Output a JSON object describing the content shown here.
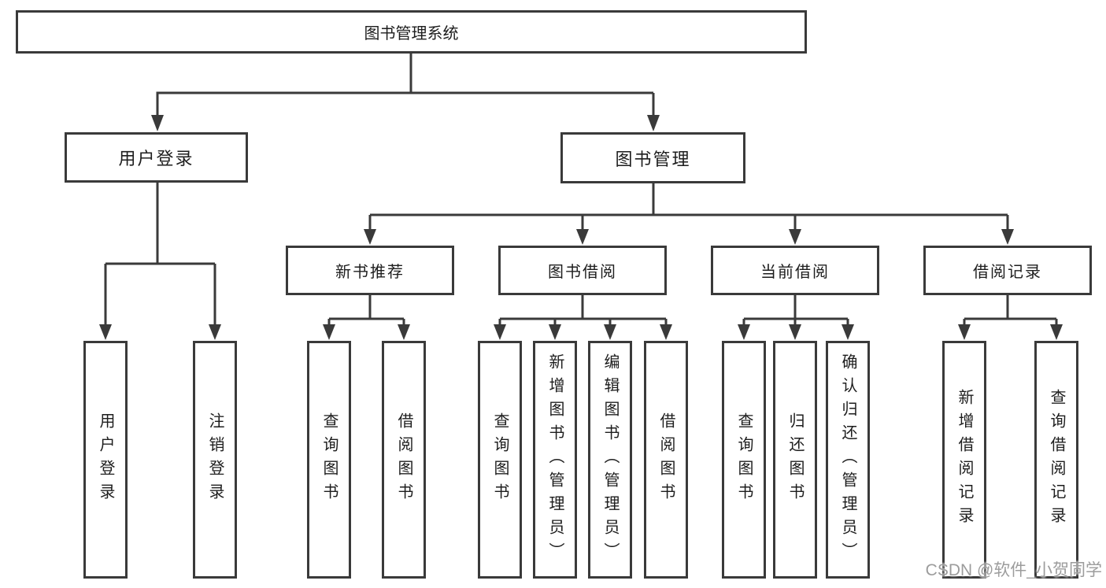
{
  "diagram": {
    "type": "hierarchy-tree",
    "root": {
      "label": "图书管理系统"
    },
    "level1": [
      {
        "label": "用户登录"
      },
      {
        "label": "图书管理"
      }
    ],
    "level2": [
      {
        "label": "新书推荐",
        "parent": "图书管理"
      },
      {
        "label": "图书借阅",
        "parent": "图书管理"
      },
      {
        "label": "当前借阅",
        "parent": "图书管理"
      },
      {
        "label": "借阅记录",
        "parent": "图书管理"
      }
    ],
    "level3": [
      {
        "label": "用户登录",
        "parent": "用户登录"
      },
      {
        "label": "注销登录",
        "parent": "用户登录"
      },
      {
        "label": "查询图书",
        "parent": "新书推荐"
      },
      {
        "label": "借阅图书",
        "parent": "新书推荐"
      },
      {
        "label": "查询图书",
        "parent": "图书借阅"
      },
      {
        "label": "新增图书（管理员）",
        "parent": "图书借阅"
      },
      {
        "label": "编辑图书（管理员）",
        "parent": "图书借阅"
      },
      {
        "label": "借阅图书",
        "parent": "图书借阅"
      },
      {
        "label": "查询图书",
        "parent": "当前借阅"
      },
      {
        "label": "归还图书",
        "parent": "当前借阅"
      },
      {
        "label": "确认归还（管理员）",
        "parent": "当前借阅"
      },
      {
        "label": "新增借阅记录",
        "parent": "借阅记录"
      },
      {
        "label": "查询借阅记录",
        "parent": "借阅记录"
      }
    ],
    "colors": {
      "line": "#3a3a3a",
      "text": "#1d1d1d",
      "node_background": "#ffffff"
    }
  },
  "watermark": {
    "text": "CSDN @软件_小贺同学",
    "color": "#9c9c9c"
  }
}
